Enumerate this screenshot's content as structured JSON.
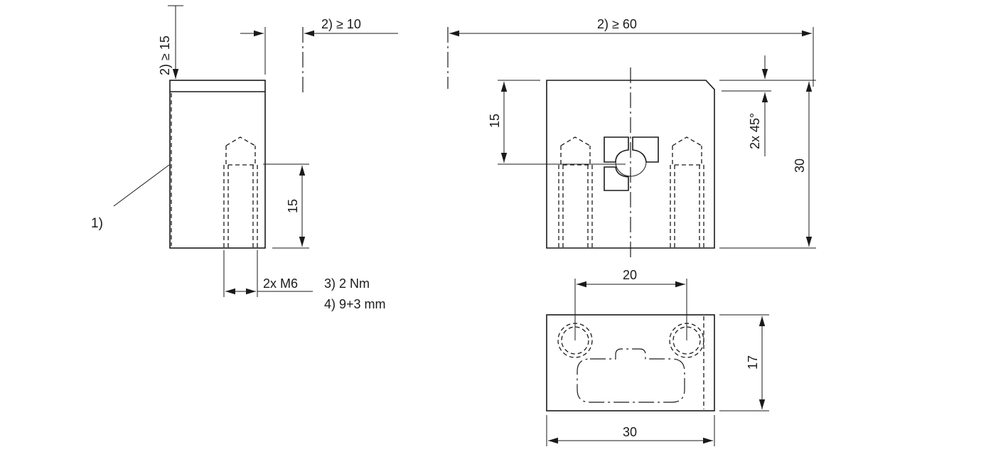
{
  "side_view": {
    "note_1": "1)",
    "min_top": "2) ≥ 15",
    "min_side": "2) ≥ 10",
    "hole_depth": "15",
    "thread": "2x M6",
    "torque": "3)  2 Nm",
    "length": "4)  9+3 mm"
  },
  "front_view": {
    "min_width": "2) ≥ 60",
    "hole_height": "15",
    "chamfer": "2x 45°",
    "height": "30"
  },
  "bottom_view": {
    "hole_spacing": "20",
    "depth": "17",
    "width": "30"
  }
}
